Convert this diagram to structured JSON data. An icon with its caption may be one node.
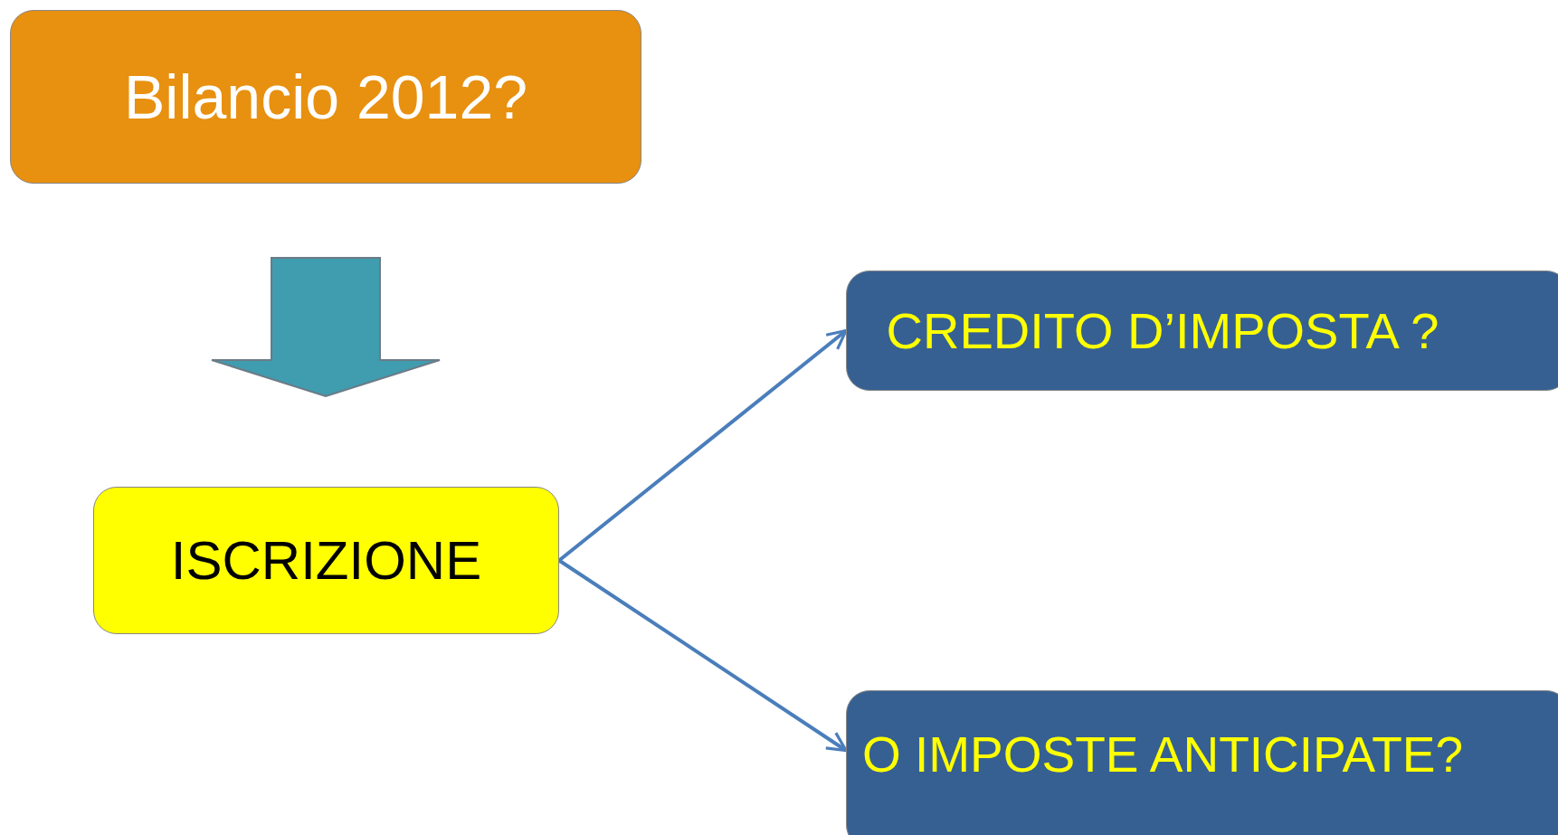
{
  "diagram": {
    "nodes": [
      {
        "text": [
          "Bilancio 2012?"
        ]
      },
      {
        "text": [
          "ISCRIZIONE"
        ]
      },
      {
        "text": [
          "CREDITO D’IMPOSTA ?"
        ]
      },
      {
        "text": [
          "O IMPOSTE ANTICIPATE?"
        ]
      }
    ],
    "edges": [
      {
        "from": 0,
        "to": 1,
        "arrow": "to",
        "style": "thick",
        "color": "#409caf"
      },
      {
        "from": 1,
        "to": 2,
        "arrow": "to"
      },
      {
        "from": 1,
        "to": 3,
        "arrow": "to"
      }
    ]
  }
}
